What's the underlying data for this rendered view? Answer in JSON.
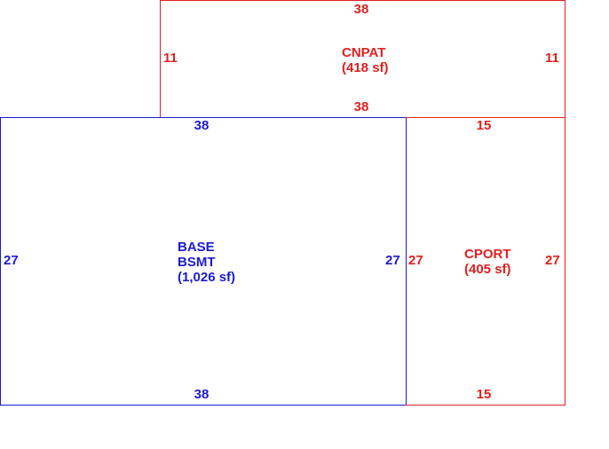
{
  "areas": {
    "cnpat": {
      "code": "CNPAT",
      "area": "(418 sf)",
      "dim_top": "38",
      "dim_bottom": "38",
      "dim_left": "11",
      "dim_right": "11",
      "color": "#e02020"
    },
    "base": {
      "code1": "BASE",
      "code2": "BSMT",
      "area": "(1,026 sf)",
      "dim_top": "38",
      "dim_bottom": "38",
      "dim_left": "27",
      "dim_right": "27",
      "color": "#1a1ad0"
    },
    "cport": {
      "code": "CPORT",
      "area": "(405 sf)",
      "dim_top": "15",
      "dim_bottom": "15",
      "dim_left": "27",
      "dim_right": "27",
      "color": "#e02020"
    }
  }
}
